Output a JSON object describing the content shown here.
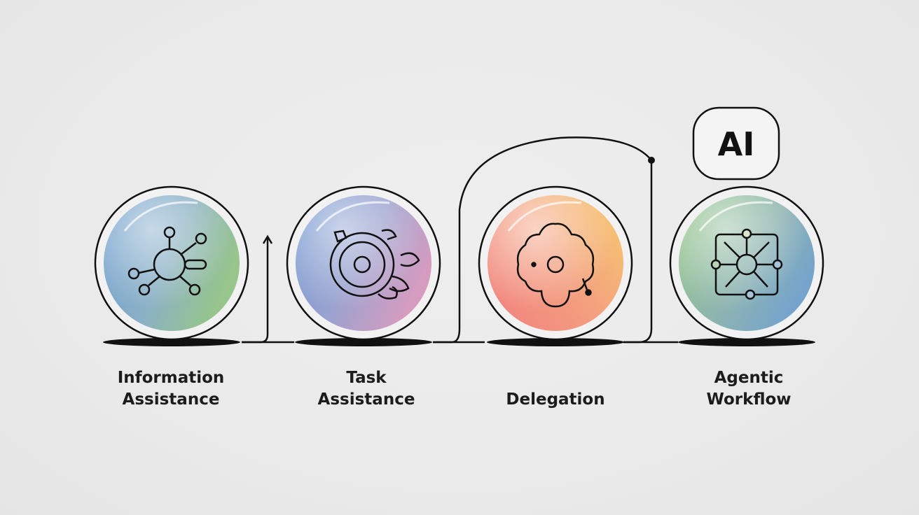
{
  "badge": {
    "text": "AI"
  },
  "stages": [
    {
      "label": "Information\nAssistance",
      "icon": "network-hub-icon"
    },
    {
      "label": "Task\nAssistance",
      "icon": "target-gears-icon"
    },
    {
      "label": "Delegation",
      "icon": "flower-node-icon"
    },
    {
      "label": "Agentic\nWorkflow",
      "icon": "grid-network-icon"
    }
  ],
  "colors": {
    "outline": "#111111",
    "bubble1": [
      "#7aa6cf",
      "#8fbf92"
    ],
    "bubble2": [
      "#7fa3d0",
      "#c99ac4"
    ],
    "bubble3": [
      "#f08c8a",
      "#f6c07a"
    ],
    "bubble4": [
      "#8fc49a",
      "#7aa8d2"
    ]
  }
}
